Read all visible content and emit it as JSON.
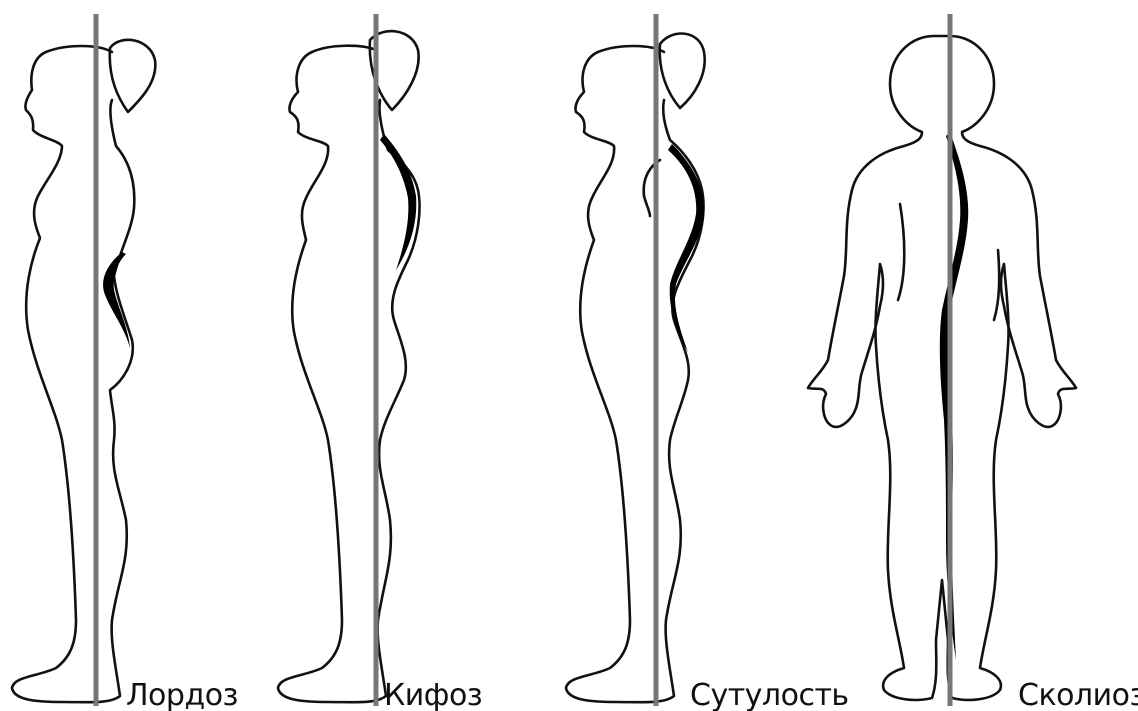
{
  "figures": [
    {
      "id": "lordosis",
      "label": "Лордоз"
    },
    {
      "id": "kyphosis",
      "label": "Кифоз"
    },
    {
      "id": "slouch",
      "label": "Сутулость"
    },
    {
      "id": "scoliosis",
      "label": "Сколиоз"
    }
  ],
  "colors": {
    "outline": "#111111",
    "spine_highlight": "#000000",
    "plumb_line": "#777777",
    "background": "#ffffff"
  }
}
